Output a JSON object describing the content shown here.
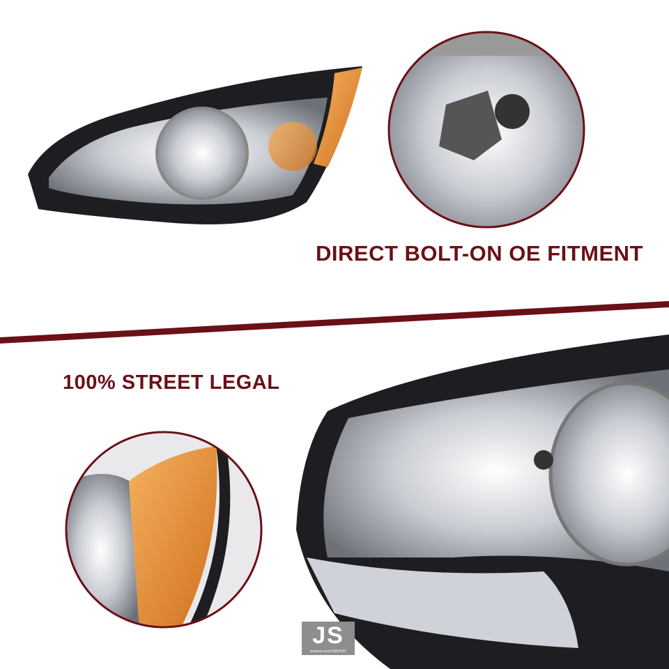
{
  "captions": {
    "fitment": "DIRECT BOLT-ON OE FITMENT",
    "legal": "100% STREET LEGAL"
  },
  "logo": {
    "text": "JS",
    "url_text": "amazon.com/JSBOXAT"
  },
  "colors": {
    "accent": "#6a1016",
    "amber": "#e08a2c",
    "housing": "#1e1e22",
    "chrome": "#c9ccd2"
  }
}
